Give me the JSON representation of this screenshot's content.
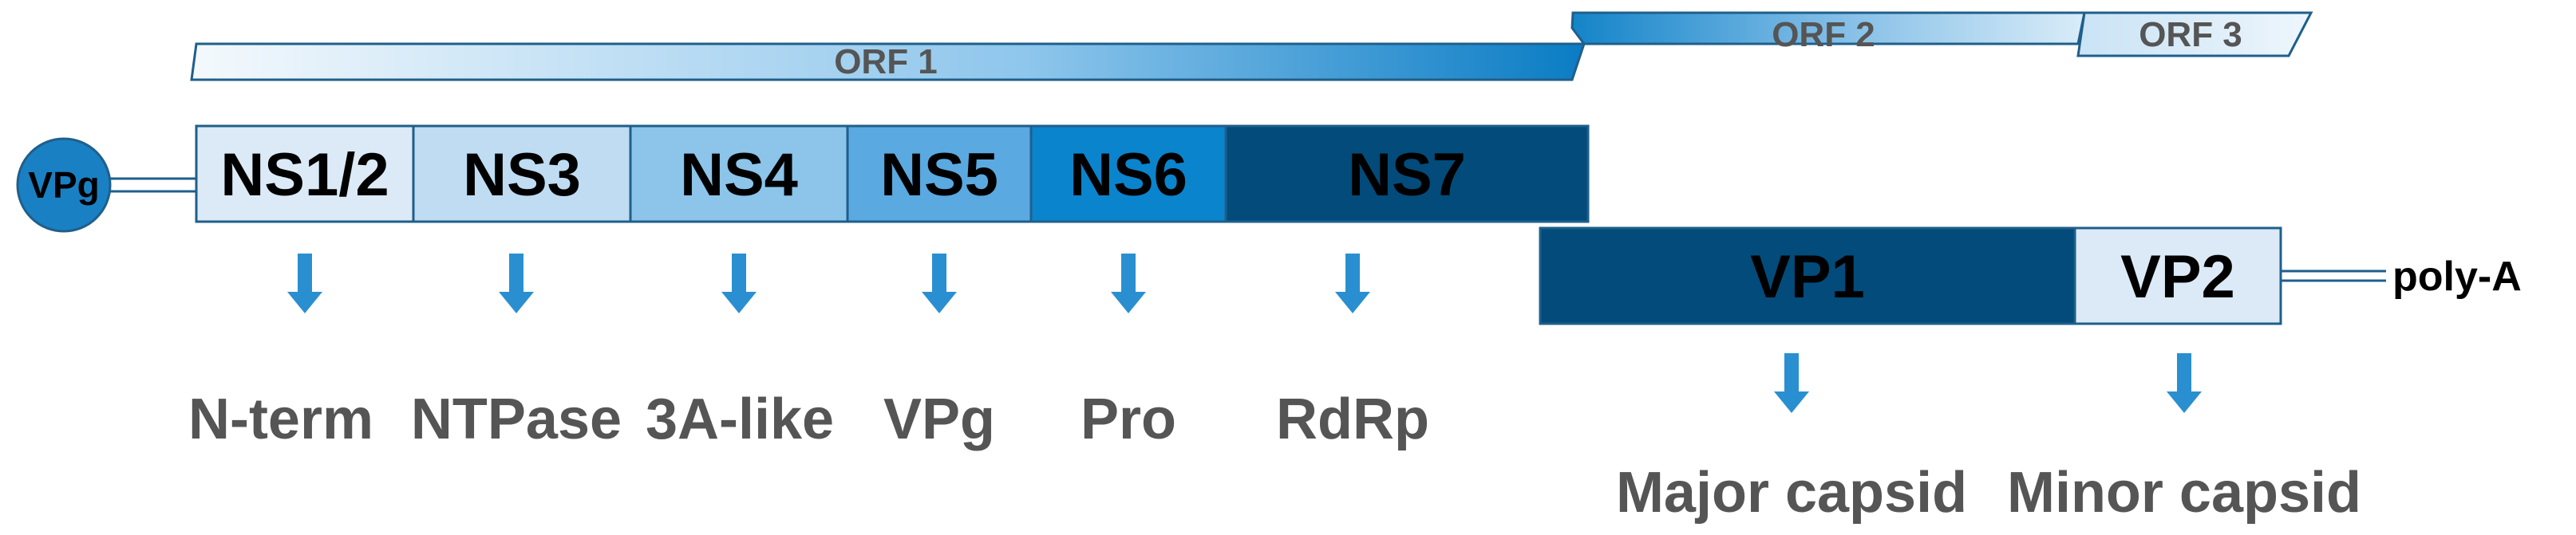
{
  "orfs": [
    {
      "label": "ORF 1"
    },
    {
      "label": "ORF 2"
    },
    {
      "label": "ORF 3"
    }
  ],
  "ns_segments": [
    {
      "label": "NS1/2",
      "color": "#dbeaf6",
      "text_color": "#000000",
      "function": "N-term"
    },
    {
      "label": "NS3",
      "color": "#bfdcf2",
      "text_color": "#000000",
      "function": "NTPase"
    },
    {
      "label": "NS4",
      "color": "#8cc4ea",
      "text_color": "#000000",
      "function": "3A-like"
    },
    {
      "label": "NS5",
      "color": "#5aa9e0",
      "text_color": "#000000",
      "function": "VPg"
    },
    {
      "label": "NS6",
      "color": "#0a84cc",
      "text_color": "#000000",
      "function": "Pro"
    },
    {
      "label": "NS7",
      "color": "#024b7a",
      "text_color": "#000000",
      "function": "RdRp"
    }
  ],
  "vp_segments": [
    {
      "label": "VP1",
      "color": "#024b7a",
      "text_color": "#000000",
      "function": "Major capsid"
    },
    {
      "label": "VP2",
      "color": "#dbeaf6",
      "text_color": "#000000",
      "function": "Minor capsid"
    }
  ],
  "vpg_cap": {
    "label": "VPg",
    "color": "#1a80c4"
  },
  "tail": {
    "label": "poly-A"
  },
  "colors": {
    "outline": "#1f5f8b",
    "arrow": "#2a8fd0",
    "orf_dark": "#0a7cc4",
    "orf_light": "#f4f9fd"
  }
}
